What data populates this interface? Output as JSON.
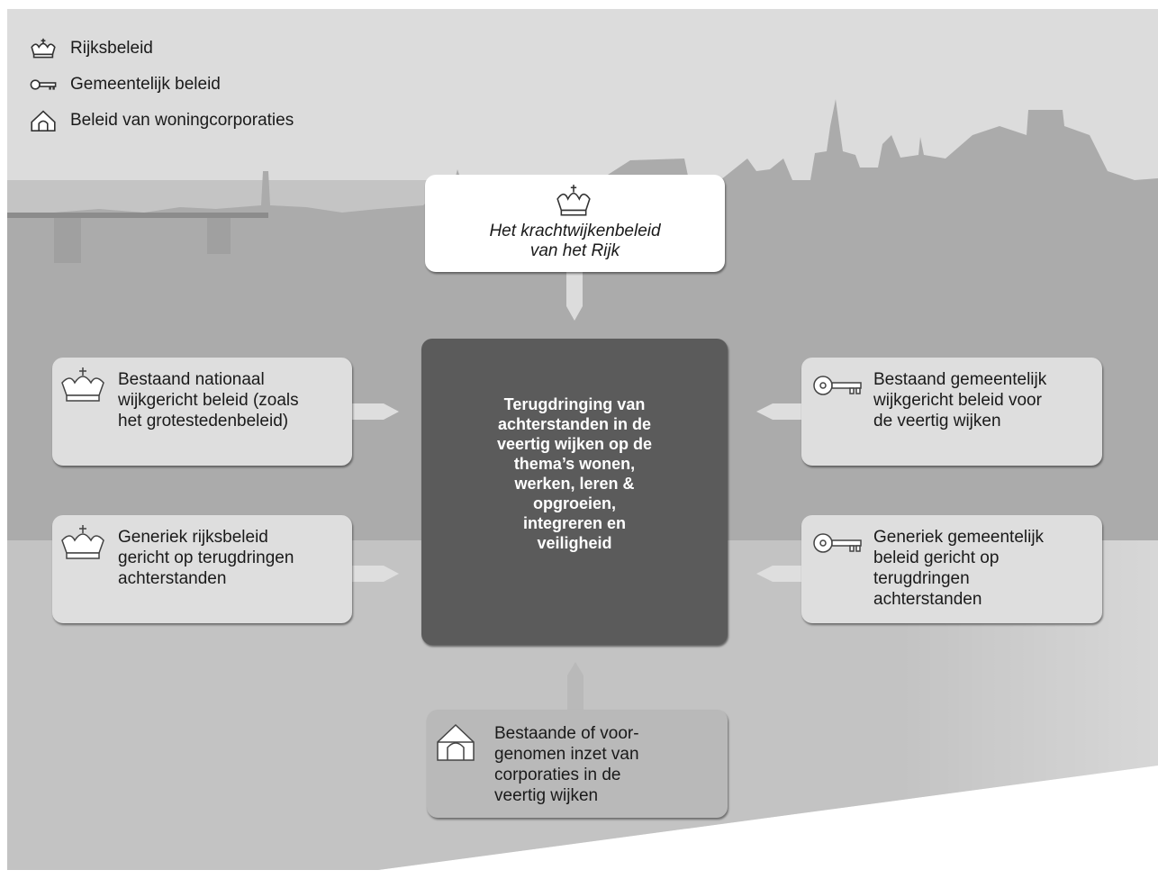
{
  "legend": {
    "items": [
      {
        "icon": "crown-icon",
        "label": "Rijksbeleid"
      },
      {
        "icon": "key-icon",
        "label": "Gemeentelijk beleid"
      },
      {
        "icon": "house-icon",
        "label": "Beleid van woningcorporaties"
      }
    ]
  },
  "nodes": {
    "top": {
      "icon": "crown-icon",
      "lines": [
        "Het krachtwijkenbeleid",
        "van het Rijk"
      ]
    },
    "center": {
      "lines": [
        "Terugdringing van",
        "achterstanden in de",
        "veertig wijken op de",
        "thema’s wonen,",
        "werken, leren &",
        "opgroeien,",
        "integreren en",
        "veiligheid"
      ]
    },
    "left_1": {
      "icon": "crown-icon",
      "lines": [
        "Bestaand nationaal",
        "wijkgericht beleid (zoals",
        "het grotestedenbeleid)"
      ]
    },
    "left_2": {
      "icon": "crown-icon",
      "lines": [
        "Generiek rijksbeleid",
        "gericht op terugdringen",
        "achterstanden"
      ]
    },
    "right_1": {
      "icon": "key-icon",
      "lines": [
        "Bestaand gemeentelijk",
        "wijkgericht beleid voor",
        "de veertig wijken"
      ]
    },
    "right_2": {
      "icon": "key-icon",
      "lines": [
        "Generiek gemeentelijk",
        "beleid gericht op",
        "terugdringen",
        "achterstanden"
      ]
    },
    "bottom": {
      "icon": "house-icon",
      "lines": [
        "Bestaande of voor-",
        "genomen inzet van",
        "corporaties in de",
        "veertig wijken"
      ]
    }
  },
  "colors": {
    "background_gray": "#c4c4c4",
    "skyline_gray": "#a9a9a9",
    "center_fill": "#5b5b5b",
    "side_fill": "#dedede",
    "bottom_fill": "#b9b9b9"
  }
}
